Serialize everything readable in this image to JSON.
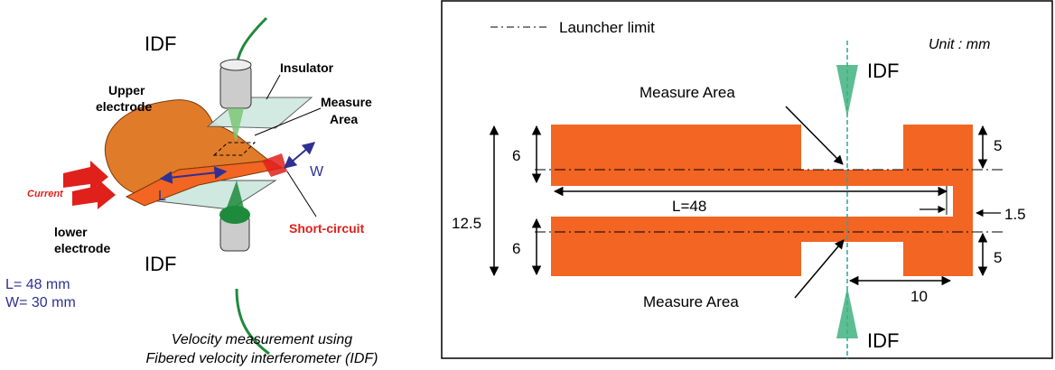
{
  "left_panel": {
    "idf_top": "IDF",
    "idf_bottom": "IDF",
    "insulator": "Insulator",
    "upper_electrode_line1": "Upper",
    "upper_electrode_line2": "electrode",
    "measure_area_line1": "Measure",
    "measure_area_line2": "Area",
    "w_label": "W",
    "l_label": "L",
    "current_label": "Current",
    "lower_electrode_line1": "lower",
    "lower_electrode_line2": "electrode",
    "short_circuit": "Short-circuit",
    "dim_l": "L= 48 mm",
    "dim_w": "W= 30 mm",
    "caption_line1": "Velocity measurement using",
    "caption_line2": "Fibered velocity interferometer (IDF)"
  },
  "right_panel": {
    "legend_label": "Launcher limit",
    "unit": "Unit : mm",
    "measure_area_top": "Measure Area",
    "measure_area_bottom": "Measure Area",
    "idf_top": "IDF",
    "idf_bottom": "IDF",
    "dim_total_height": "12.5",
    "dim_upper_left": "6",
    "dim_lower_left": "6",
    "dim_upper_right": "5",
    "dim_lower_right": "5",
    "dim_length": "L=48",
    "dim_gap": "1.5",
    "dim_width": "10"
  },
  "colors": {
    "electrode_orange": "#f26522",
    "fiber_green": "#1f8a3c",
    "arrow_blue": "#2e3192",
    "current_red": "#e0201b",
    "dim_text_blue": "#2e3192",
    "dashed_cyan": "#26a6a6"
  }
}
